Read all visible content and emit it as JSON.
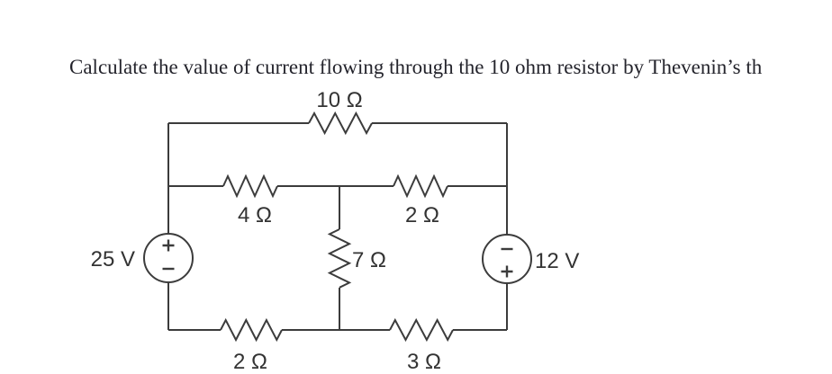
{
  "question": {
    "text": "Calculate the value of current flowing through the 10 ohm resistor by Thevenin’s th"
  },
  "circuit": {
    "resistors": {
      "top": {
        "label": "10 Ω",
        "value": "10",
        "unit": "ohm",
        "position": "top-branch"
      },
      "mid_left": {
        "label": "4 Ω",
        "value": "4",
        "unit": "ohm",
        "position": "middle-branch-left"
      },
      "mid_right": {
        "label": "2 Ω",
        "value": "2",
        "unit": "ohm",
        "position": "middle-branch-right"
      },
      "center": {
        "label": "7 Ω",
        "value": "7",
        "unit": "ohm",
        "position": "center-vertical"
      },
      "bottom_left": {
        "label": "2 Ω",
        "value": "2",
        "unit": "ohm",
        "position": "bottom-branch-left"
      },
      "bottom_right": {
        "label": "3 Ω",
        "value": "3",
        "unit": "ohm",
        "position": "bottom-branch-right"
      }
    },
    "sources": {
      "left": {
        "label": "25 V",
        "value": "25",
        "unit": "V",
        "polarity": "plus-top-minus-bottom"
      },
      "right": {
        "label": "12 V",
        "value": "12",
        "unit": "V",
        "polarity": "minus-top-plus-bottom"
      }
    },
    "colors": {
      "wire": "#3c3c3c",
      "label": "#333333",
      "question_text": "#24242c",
      "background": "#ffffff"
    }
  }
}
